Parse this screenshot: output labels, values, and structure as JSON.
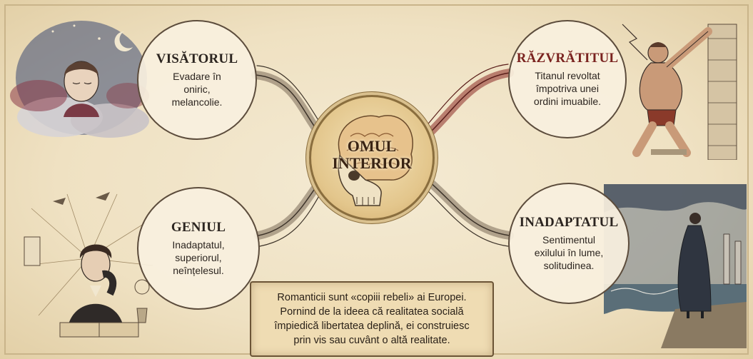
{
  "center": {
    "line1": "OMUL",
    "line2": "INTERIOR"
  },
  "nodes": {
    "visatorul": {
      "title": "VISĂTORUL",
      "desc": "Evadare în\noniric,\nmelancolie."
    },
    "razvratitul": {
      "title": "RĂZVRĂTITUL",
      "desc": "Titanul revoltat\nîmpotriva unei\nordini imuabile."
    },
    "geniul": {
      "title": "GENIUL",
      "desc": "Inadaptatul,\nsuperiorul,\nneînțelesul."
    },
    "inadaptatul": {
      "title": "INADAPTATUL",
      "desc": "Sentimentul\nexilului în lume,\nsolitudinea."
    }
  },
  "note": {
    "line1": "Romanticii sunt «copiii rebeli» ai Europei.",
    "line2": "Pornind de la ideea că realitatea socială",
    "line3": "împiedică libertatea deplină, ei construiesc",
    "line4": "prin vis sau cuvânt o altă realitate."
  },
  "colors": {
    "paper": "#efe3c8",
    "ink": "#2c2520",
    "accent_red": "#7a2320",
    "brain_gold": "#e3c68c"
  },
  "icons": {
    "dreamer": "dreamer-illustration",
    "rebel": "titan-illustration",
    "genius": "genius-illustration",
    "outcast": "outcast-illustration",
    "brain": "brain-skull-icon"
  }
}
